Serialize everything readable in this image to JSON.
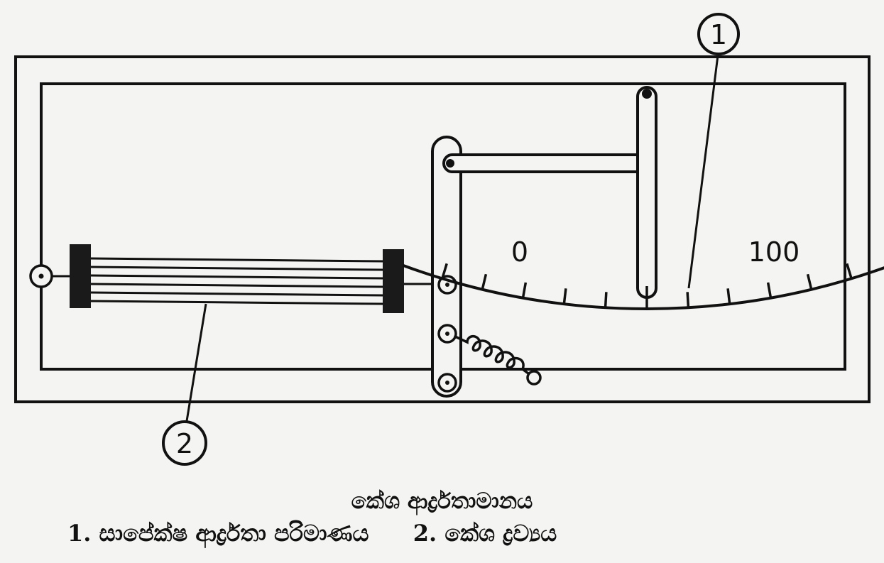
{
  "diagram": {
    "scale": {
      "min_label": "0",
      "max_label": "100"
    },
    "callouts": [
      {
        "label": "1"
      },
      {
        "label": "2"
      }
    ]
  },
  "caption": {
    "title": "කේශ ආර්ද්‍රතාමානය",
    "legend": [
      {
        "number": "1.",
        "text": "සාපේක්ෂ ආර්ද්‍රතා පරිමාණය"
      },
      {
        "number": "2.",
        "text": "කේශ ද්‍රව්‍යය"
      }
    ]
  }
}
